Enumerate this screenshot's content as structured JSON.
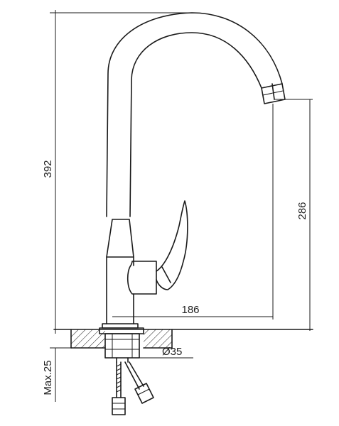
{
  "drawing": {
    "dimensions": {
      "total_height": "392",
      "spout_height": "286",
      "spout_reach": "186",
      "mount_hole_diameter": "Ø35",
      "max_counter_thickness": "Max.25"
    }
  }
}
